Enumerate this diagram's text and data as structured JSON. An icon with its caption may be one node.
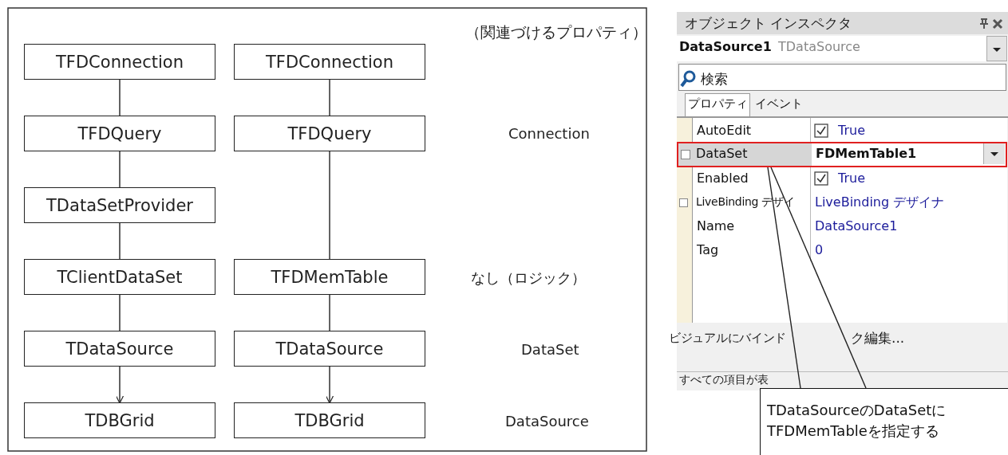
{
  "diagram": {
    "nodes": [
      {
        "text": [
          "TFDConnection"
        ]
      },
      {
        "text": [
          "TFDQuery"
        ]
      },
      {
        "text": [
          "TDataSetProvider"
        ]
      },
      {
        "text": [
          "TClientDataSet"
        ]
      },
      {
        "text": [
          "TDataSource"
        ]
      },
      {
        "text": [
          "TDBGrid"
        ]
      },
      {
        "text": [
          "TFDConnection"
        ]
      },
      {
        "text": [
          "TFDQuery"
        ]
      },
      {
        "text": [
          "TFDMemTable"
        ]
      },
      {
        "text": [
          "TDataSource"
        ]
      },
      {
        "text": [
          "TDBGrid"
        ]
      },
      {
        "text": [
          "TDataSourceのDataSetにTFDMemTableを指定する"
        ]
      },
      {
        "text": [
          "DataSet",
          "FDMemTable1"
        ]
      }
    ],
    "edges": [
      {
        "from": 0,
        "to": 1,
        "arrow": "none"
      },
      {
        "from": 1,
        "to": 2,
        "arrow": "none"
      },
      {
        "from": 2,
        "to": 3,
        "arrow": "none"
      },
      {
        "from": 3,
        "to": 4,
        "arrow": "none"
      },
      {
        "from": 4,
        "to": 5,
        "arrow": "to"
      },
      {
        "from": 6,
        "to": 7,
        "arrow": "none"
      },
      {
        "from": 7,
        "to": 8,
        "arrow": "none"
      },
      {
        "from": 8,
        "to": 9,
        "arrow": "none"
      },
      {
        "from": 9,
        "to": 10,
        "arrow": "to"
      },
      {
        "from": 11,
        "to": 12,
        "arrow": "none"
      },
      {
        "from": 11,
        "to": 12,
        "arrow": "none"
      }
    ],
    "labels": [
      "（関連づけるプロパティ）",
      "Connection",
      "なし（ロジック）",
      "DataSet",
      "DataSource",
      "オブジェクト インスペクタ",
      "DataSource1",
      "TDataSource",
      "検索",
      "プロパティ",
      "イベント",
      "AutoEdit",
      "True",
      "Enabled",
      "True",
      "LiveBinding デザイ",
      "LiveBinding デザイナ",
      "Name",
      "DataSource1",
      "Tag",
      "0",
      "ビジュアルにバインド",
      "ク編集...",
      "すべての項目が表"
    ]
  }
}
